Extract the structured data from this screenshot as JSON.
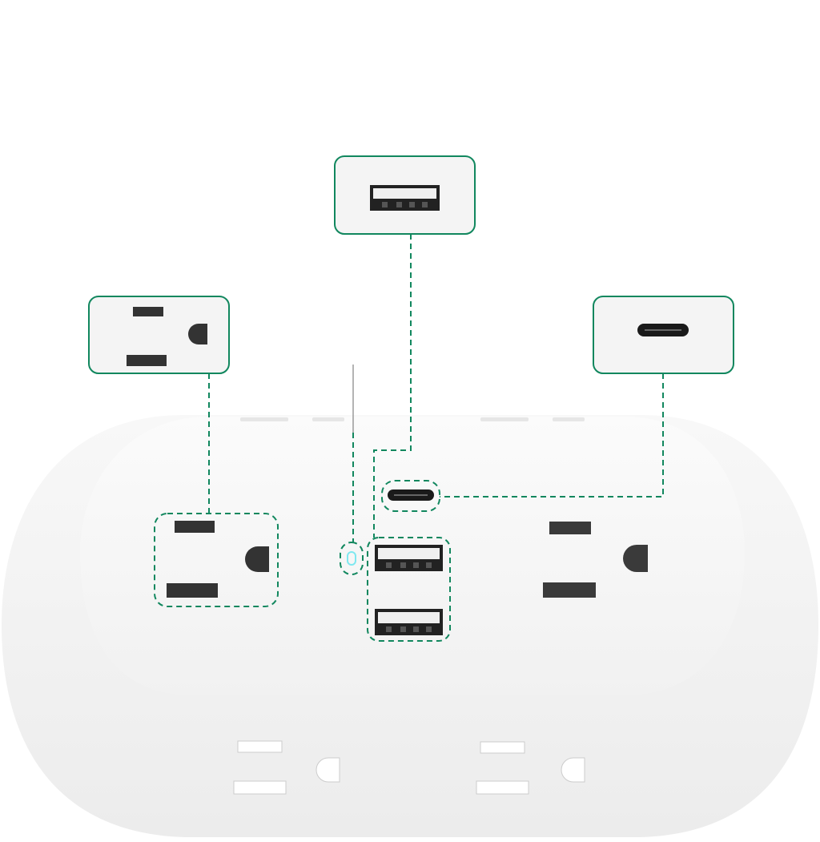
{
  "product": {
    "name": "outlet-extender-with-usb",
    "ports": [
      {
        "type": "ac-outlet",
        "icon": "ac-outlet-icon"
      },
      {
        "type": "usb-a",
        "icon": "usb-a-port-icon"
      },
      {
        "type": "usb-c",
        "icon": "usb-c-port-icon"
      },
      {
        "type": "led-indicator",
        "icon": "led-indicator-icon"
      }
    ]
  },
  "colors": {
    "accent": "#11875e",
    "body": "#f4f4f4",
    "slot": "#3a3a3a",
    "led": "#7fe8f0"
  }
}
